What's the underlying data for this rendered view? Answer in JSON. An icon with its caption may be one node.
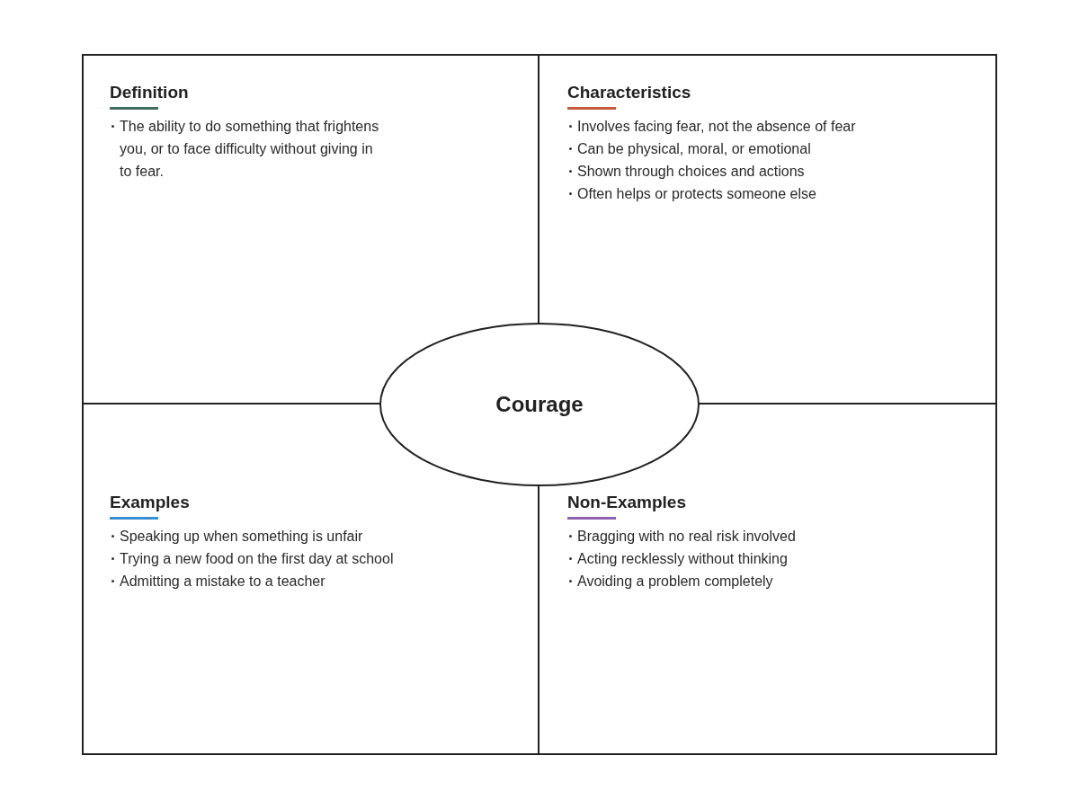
{
  "diagram": {
    "nodes": [
      {
        "text": [
          "Definition",
          "The ability to do something that frightens you, or to face difficulty without giving in to fear."
        ]
      },
      {
        "text": [
          "Characteristics",
          "Involves facing fear, not the absence of fear",
          "Can be physical, moral, or emotional",
          "Shown through choices and actions",
          "Often helps or protects someone else"
        ]
      },
      {
        "text": [
          "Courage"
        ]
      },
      {
        "text": [
          "Examples",
          "Speaking up when something is unfair",
          "Trying a new food on the first day at school",
          "Admitting a mistake to a teacher"
        ]
      },
      {
        "text": [
          "Non-Examples",
          "Bragging with no real risk involved",
          "Acting recklessly without thinking",
          "Avoiding a problem completely"
        ]
      }
    ],
    "edges": []
  }
}
